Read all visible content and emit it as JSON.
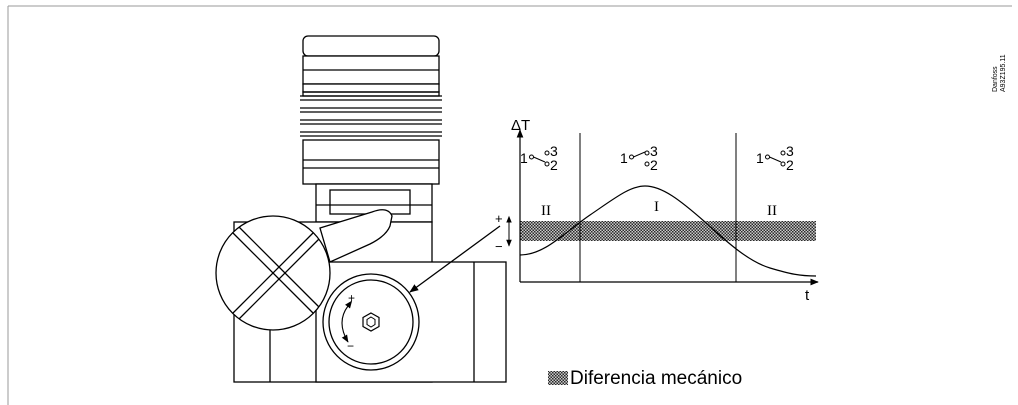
{
  "code": {
    "brand": "Danfoss",
    "ref": "A93Z195.11"
  },
  "graph": {
    "ylabel": "ΔT",
    "xlabel": "t",
    "plus": "+",
    "minus": "−",
    "zones": [
      {
        "roman": "II"
      },
      {
        "roman": "I"
      },
      {
        "roman": "II"
      }
    ],
    "switch_labels": {
      "common": "1",
      "upper": "3",
      "lower": "2"
    }
  },
  "thermostat": {
    "dial_plus": "+",
    "dial_minus": "−"
  },
  "legend": {
    "text": "Diferencia mecánico"
  },
  "colors": {
    "line": "#000000",
    "background": "#ffffff",
    "frame": "#9a9a9a"
  }
}
